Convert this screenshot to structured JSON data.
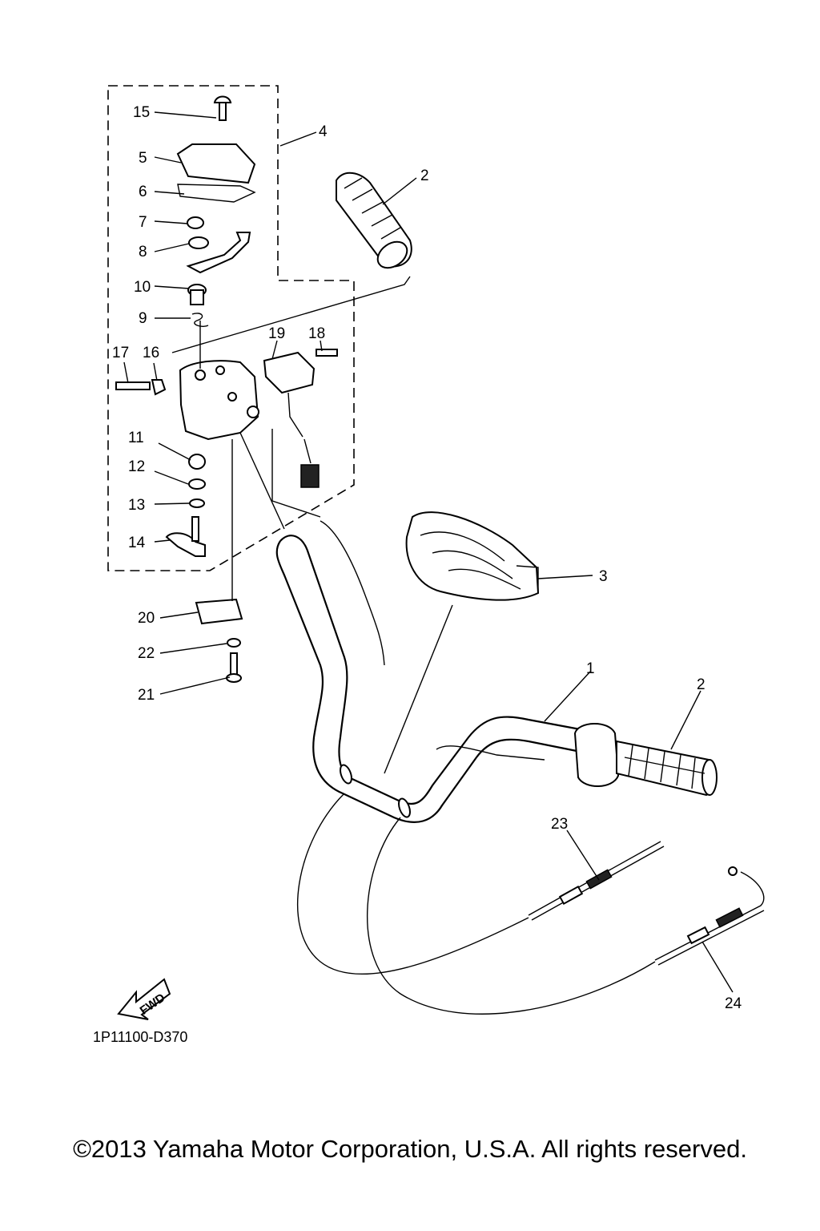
{
  "diagram": {
    "callouts": [
      "1",
      "2",
      "3",
      "4",
      "5",
      "6",
      "7",
      "8",
      "9",
      "10",
      "11",
      "12",
      "13",
      "14",
      "15",
      "16",
      "17",
      "18",
      "19",
      "20",
      "21",
      "22",
      "23",
      "24"
    ],
    "arrow_label": "FWD",
    "diagram_code": "1P11100-D370"
  },
  "footer": {
    "copyright": "©2013 Yamaha Motor Corporation, U.S.A. All rights reserved."
  }
}
